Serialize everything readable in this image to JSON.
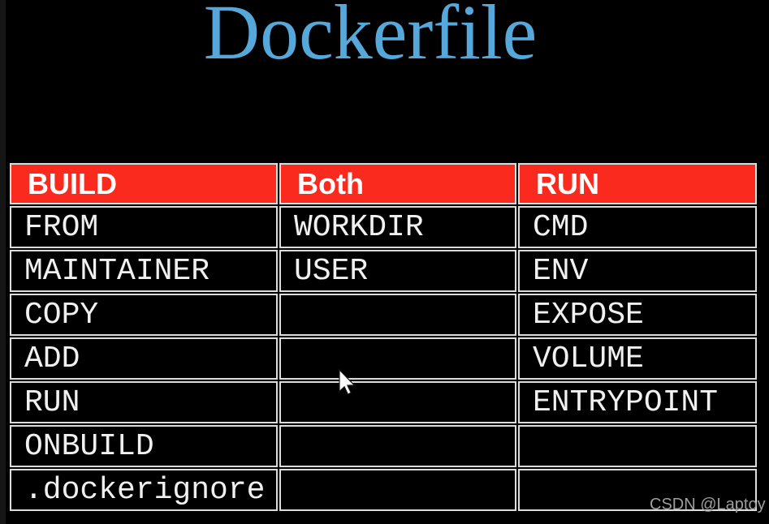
{
  "title": "Dockerfile",
  "table": {
    "headers": [
      "BUILD",
      "Both",
      "RUN"
    ],
    "rows": [
      [
        "FROM",
        "WORKDIR",
        "CMD"
      ],
      [
        "MAINTAINER",
        "USER",
        "ENV"
      ],
      [
        "COPY",
        "",
        "EXPOSE"
      ],
      [
        "ADD",
        "",
        "VOLUME"
      ],
      [
        "RUN",
        "",
        "ENTRYPOINT"
      ],
      [
        "ONBUILD",
        "",
        ""
      ],
      [
        ".dockerignore",
        "",
        ""
      ]
    ]
  },
  "watermark": "CSDN @Laptoy",
  "icons": {
    "cursor": "mouse-pointer-icon"
  },
  "colors": {
    "accent_red": "#fb2a1e",
    "title_blue": "#55a8d9",
    "border_color": "#dcdcdc",
    "cell_text": "#f0f0f0",
    "header_text": "#ffffff",
    "watermark_gray": "#9e9e9e"
  }
}
